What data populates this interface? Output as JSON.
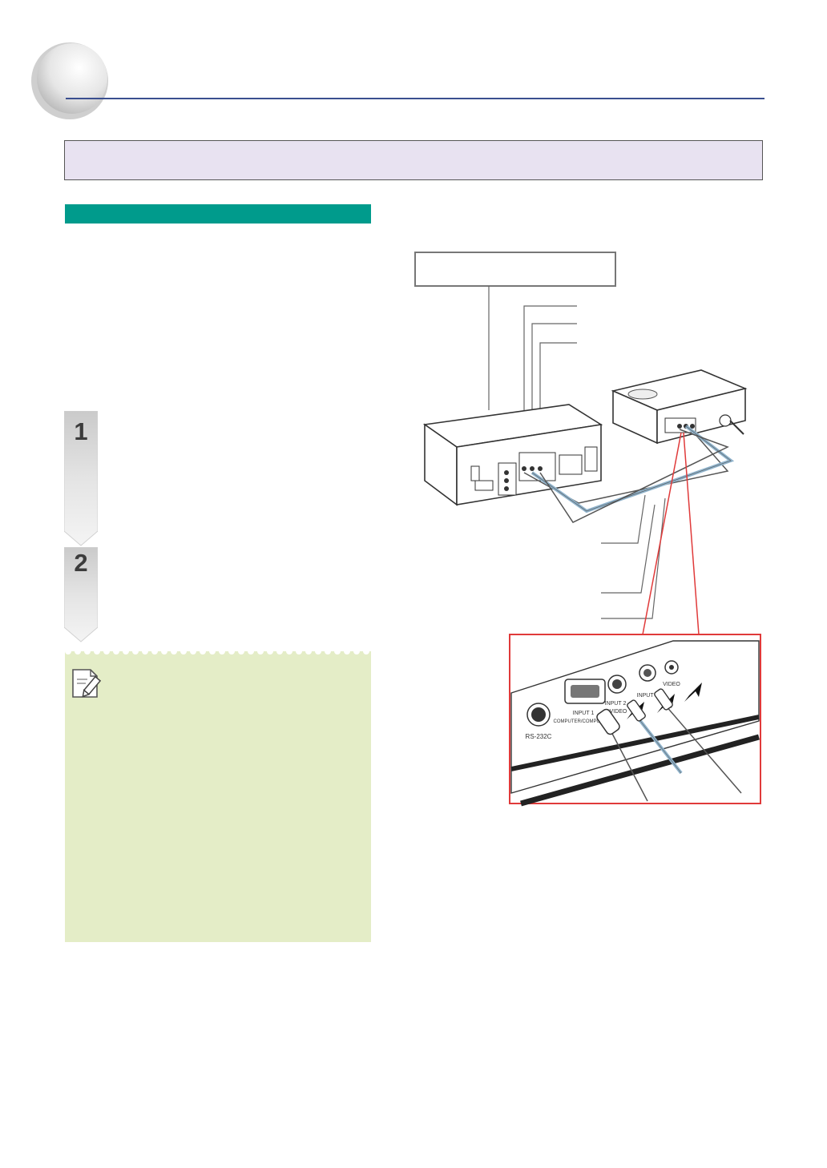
{
  "page": {
    "title": "",
    "banner_text": "",
    "section_title": ""
  },
  "steps": [
    {
      "number": "1"
    },
    {
      "number": "2"
    }
  ],
  "note": {
    "icon": "pencil-icon"
  },
  "diagram": {
    "source_box_label": "",
    "detail_labels": [
      "RS-232C",
      "INPUT 1",
      "COMPUTER/COMPONENT",
      "INPUT 2",
      "S-VIDEO",
      "INPUT 3",
      "VIDEO"
    ]
  },
  "colors": {
    "header_rule": "#3a4f8f",
    "banner_bg": "#e8e2f1",
    "section_bar": "#009b8c",
    "note_bg": "#e4edc7",
    "detail_frame": "#e03a3a",
    "cable_blue": "#8fb3cc"
  }
}
